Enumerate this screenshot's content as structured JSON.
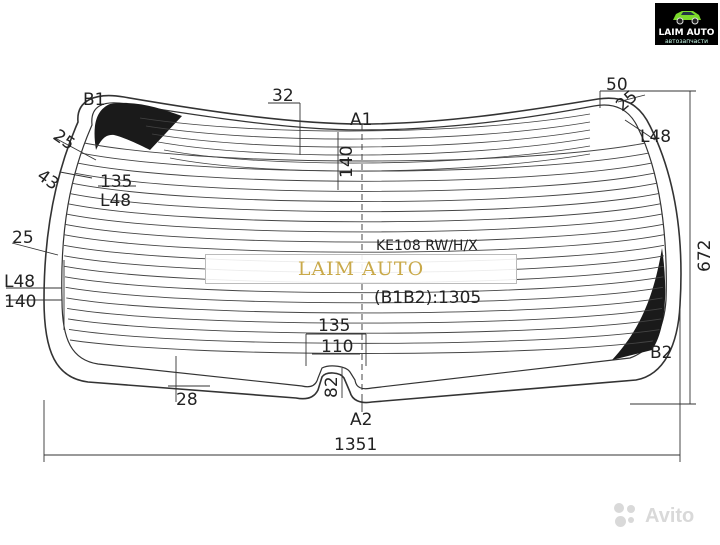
{
  "brand": {
    "name": "LAIM AUTO",
    "subtitle": "автозапчасти",
    "accent": "#7bd92b"
  },
  "watermark": {
    "text": "LAIM AUTO",
    "color": "#c9a94a"
  },
  "avito": {
    "text": "Avito"
  },
  "drawing": {
    "part_code": "KE108 RW/H/X",
    "b1b2_label": "(B1B2):1305",
    "points": {
      "a1": "A1",
      "a2": "A2",
      "b1": "B1",
      "b2": "B2"
    },
    "dims": {
      "d32": "32",
      "d140_top": "140",
      "d50": "50",
      "d25_right": "25",
      "l48_right": "L48",
      "d25_left": "25",
      "d135_left": "135",
      "l48_left": "L48",
      "d43": "43",
      "d25_side": "25",
      "l48_side": "L48",
      "d140_side": "140",
      "d135_bottom": "135",
      "d110": "110",
      "d82": "82",
      "d28": "28",
      "width": "1351",
      "height": "672"
    }
  }
}
